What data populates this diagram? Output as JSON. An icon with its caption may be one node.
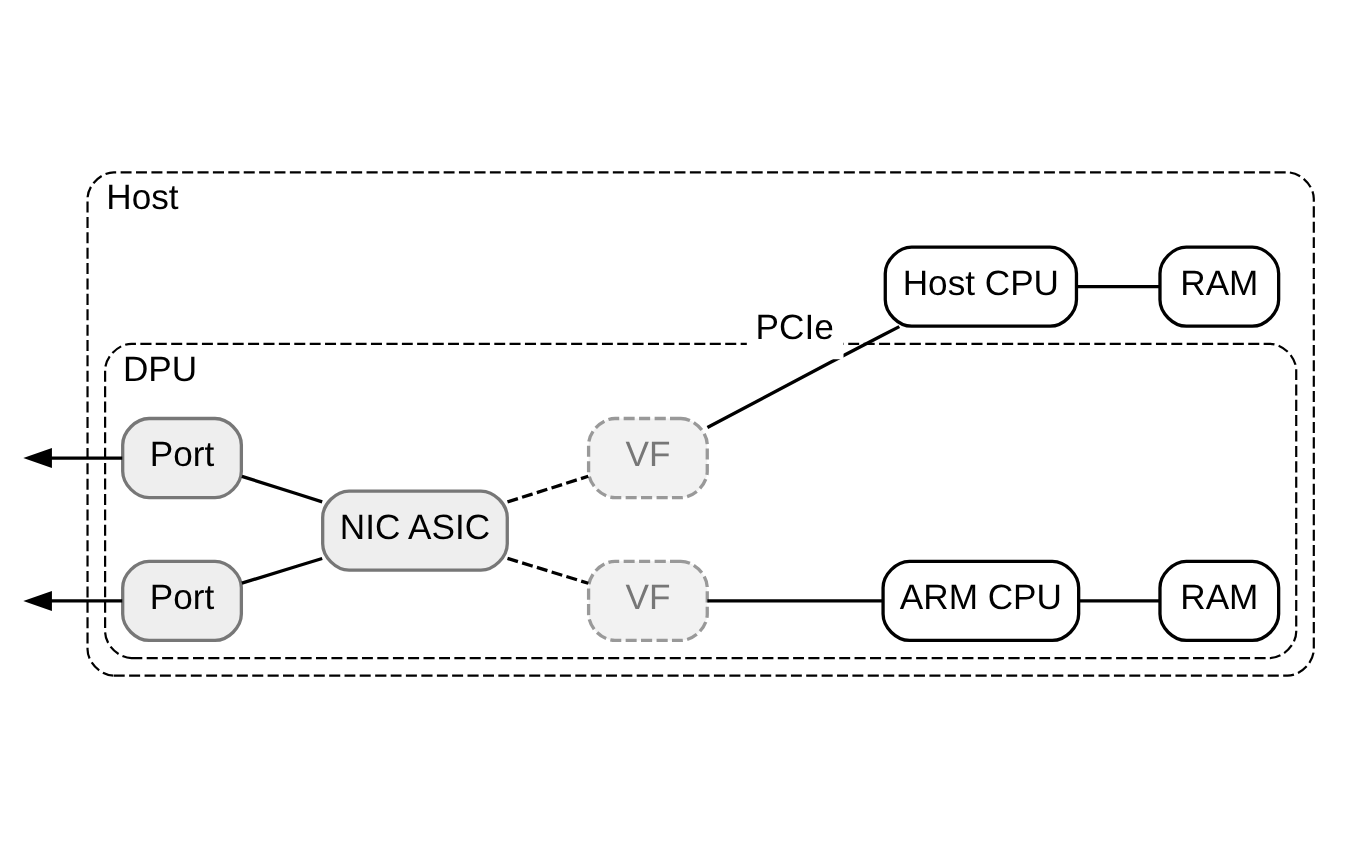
{
  "diagram": {
    "nodes": [
      {
        "text": [
          "Host"
        ]
      },
      {
        "text": [
          "DPU"
        ],
        "in": 0
      },
      {
        "text": [
          "RAM"
        ],
        "in": 1
      },
      {
        "text": [
          "ARM CPU"
        ],
        "in": 1
      },
      {
        "text": [
          "VF"
        ],
        "in": 1
      },
      {
        "text": [
          "Port"
        ],
        "in": 1
      },
      {
        "text": [
          "NIC ASIC"
        ],
        "in": 1
      },
      {
        "text": [
          "Port"
        ],
        "in": 1
      },
      {
        "text": [
          "VF"
        ],
        "in": 1
      },
      {
        "text": [
          "RAM"
        ],
        "in": 0
      },
      {
        "text": [
          "Host CPU"
        ],
        "in": 0
      }
    ],
    "edges": [
      {
        "from": 2,
        "to": 3,
        "arrow": "none"
      },
      {
        "from": 3,
        "to": 4,
        "arrow": "none"
      },
      {
        "from": 5,
        "to": null,
        "arrow": "to"
      },
      {
        "from": 7,
        "to": null,
        "arrow": "to"
      },
      {
        "from": 5,
        "to": 6,
        "arrow": "none"
      },
      {
        "from": 7,
        "to": 6,
        "arrow": "none"
      },
      {
        "from": 6,
        "to": 4,
        "arrow": "none",
        "style": "dashed"
      },
      {
        "from": 6,
        "to": 8,
        "arrow": "none",
        "style": "dashed"
      },
      {
        "from": 9,
        "to": 10,
        "arrow": "none"
      },
      {
        "from": 10,
        "to": 8,
        "arrow": "none",
        "label": "PCIe"
      }
    ]
  }
}
